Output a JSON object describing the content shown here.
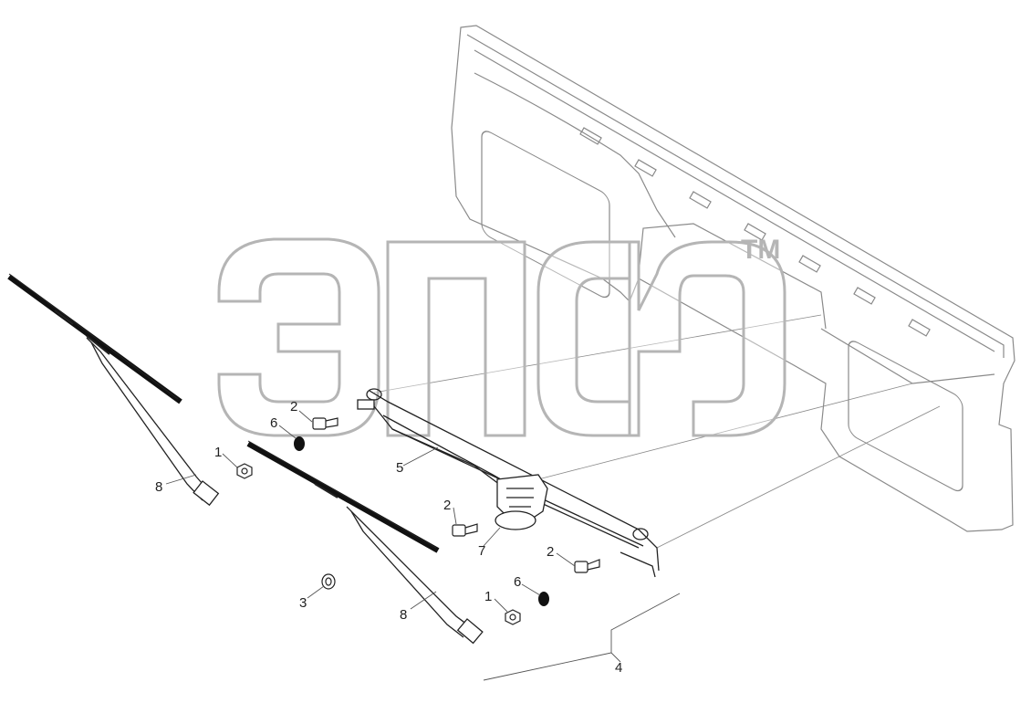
{
  "diagram": {
    "watermark": {
      "text": "ЭПСР",
      "trademark": "TM",
      "color": "#b5b5b5"
    },
    "callouts": [
      "1",
      "1",
      "2",
      "2",
      "2",
      "3",
      "4",
      "5",
      "6",
      "6",
      "7",
      "8",
      "8"
    ],
    "icons": [
      "cab-front-panel",
      "wiper-blade",
      "wiper-arm",
      "bolt",
      "nut",
      "washer",
      "wiper-linkage",
      "wiper-motor"
    ],
    "colors": {
      "line": "#222222",
      "panel": "#8a8a8a",
      "leader": "#555555"
    }
  }
}
